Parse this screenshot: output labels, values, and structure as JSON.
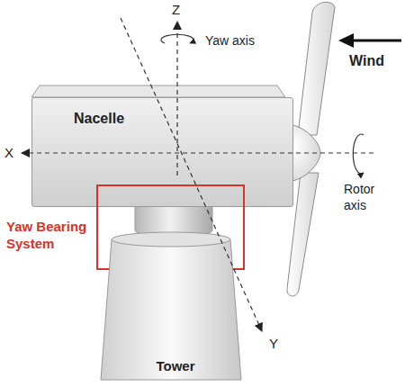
{
  "diagram": {
    "nodes": [
      {
        "text": [
          "Nacelle"
        ]
      },
      {
        "text": [
          "Yaw Bearing System"
        ]
      },
      {
        "text": [
          "Tower"
        ]
      }
    ],
    "labels": [
      "Z",
      "Yaw axis",
      "Wind",
      "X",
      "Rotor axis",
      "Y"
    ]
  }
}
